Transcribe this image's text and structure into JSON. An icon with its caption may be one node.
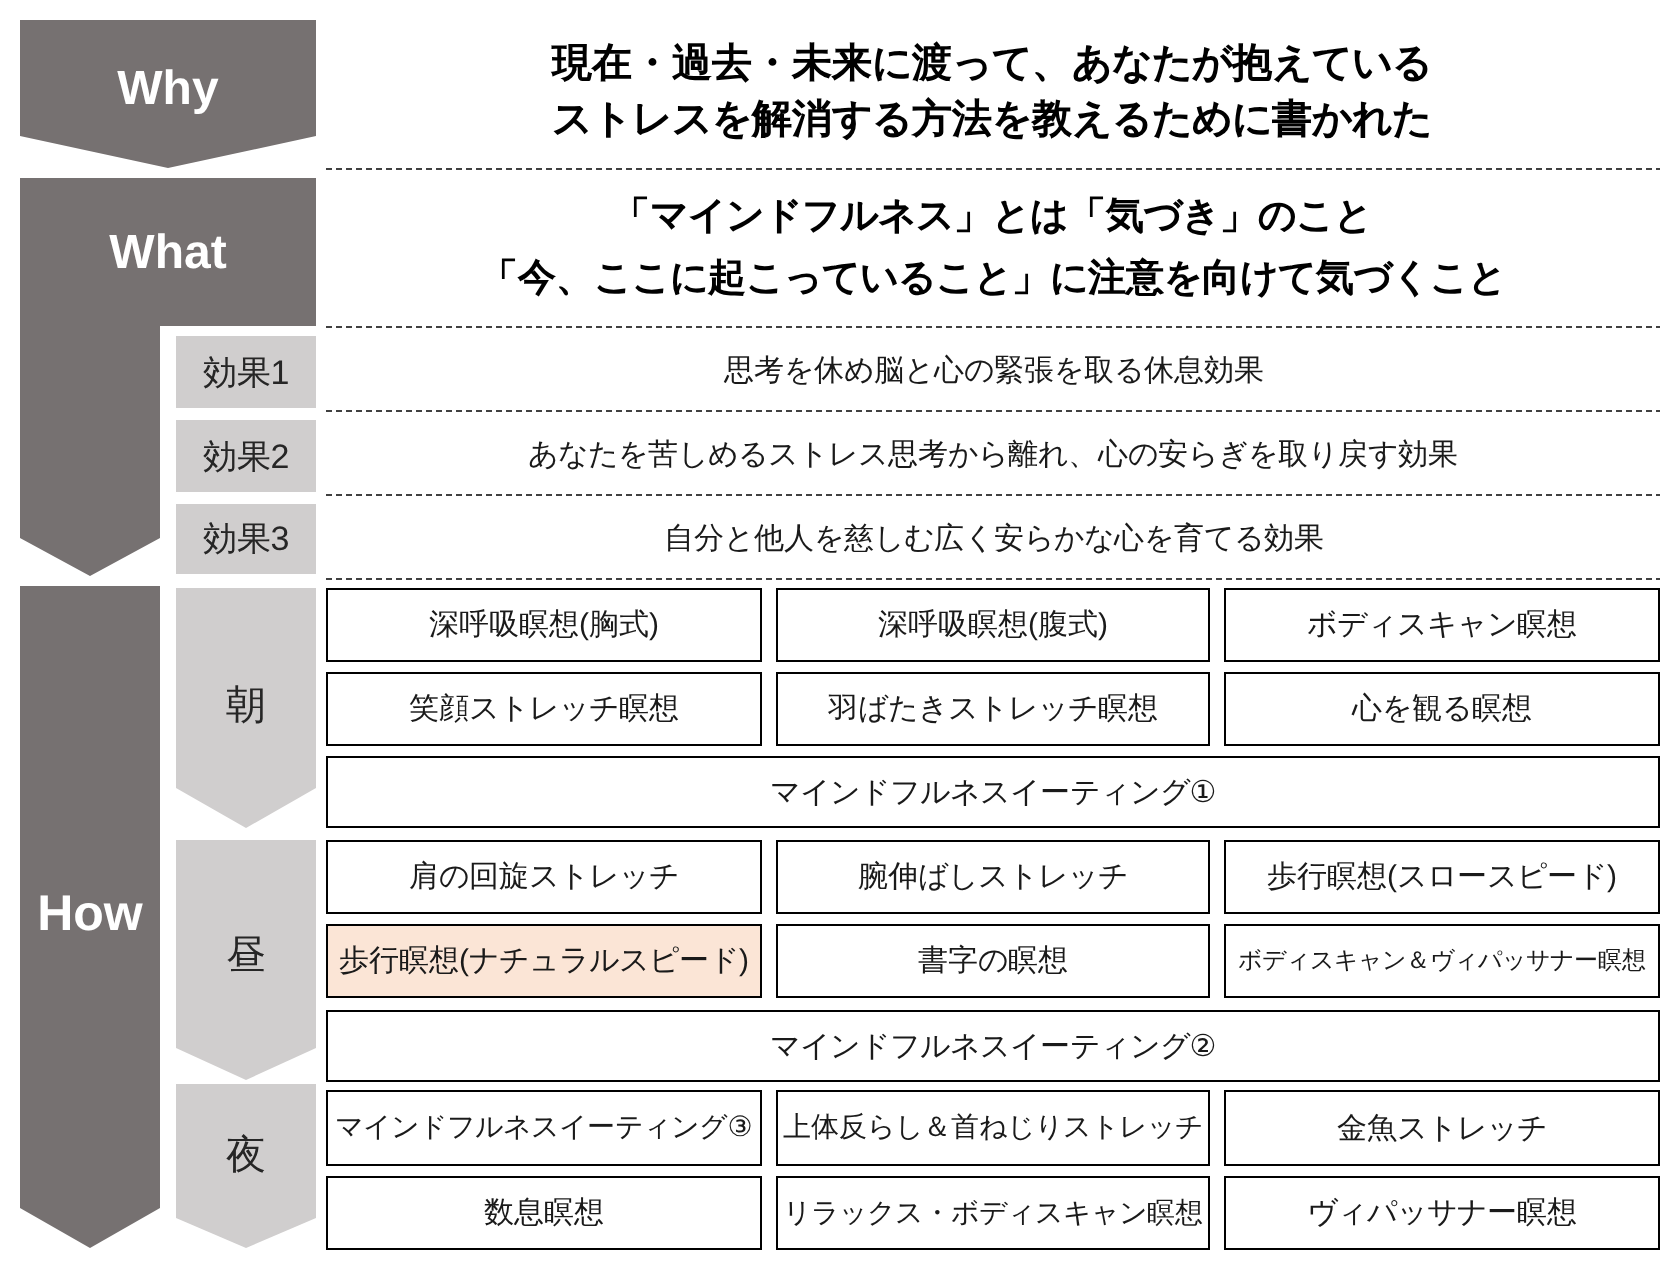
{
  "diagram": {
    "nodes": [
      {
        "text": [
          "Why"
        ]
      },
      {
        "text": [
          "What"
        ]
      },
      {
        "text": [
          "効果1"
        ]
      },
      {
        "text": [
          "効果2"
        ]
      },
      {
        "text": [
          "効果3"
        ]
      },
      {
        "text": [
          "How"
        ]
      },
      {
        "text": [
          "朝"
        ]
      },
      {
        "text": [
          "深呼吸瞑想(胸式)"
        ]
      },
      {
        "text": [
          "深呼吸瞑想(腹式)"
        ]
      },
      {
        "text": [
          "ボディスキャン瞑想"
        ]
      },
      {
        "text": [
          "笑顔ストレッチ瞑想"
        ]
      },
      {
        "text": [
          "羽ばたきストレッチ瞑想"
        ]
      },
      {
        "text": [
          "心を観る瞑想"
        ]
      },
      {
        "text": [
          "マインドフルネスイーティング①"
        ]
      },
      {
        "text": [
          "昼"
        ]
      },
      {
        "text": [
          "肩の回旋ストレッチ"
        ]
      },
      {
        "text": [
          "腕伸ばしストレッチ"
        ]
      },
      {
        "text": [
          "歩行瞑想(スロースピード)"
        ]
      },
      {
        "text": [
          "歩行瞑想(ナチュラルスピード)"
        ]
      },
      {
        "text": [
          "書字の瞑想"
        ]
      },
      {
        "text": [
          "ボディスキャン＆ヴィパッサナー瞑想"
        ]
      },
      {
        "text": [
          "マインドフルネスイーティング②"
        ]
      },
      {
        "text": [
          "夜"
        ]
      },
      {
        "text": [
          "マインドフルネスイーティング③"
        ]
      },
      {
        "text": [
          "上体反らし＆首ねじりストレッチ"
        ]
      },
      {
        "text": [
          "金魚ストレッチ"
        ]
      },
      {
        "text": [
          "数息瞑想"
        ]
      },
      {
        "text": [
          "リラックス・ボディスキャン瞑想"
        ]
      },
      {
        "text": [
          "ヴィパッサナー瞑想"
        ]
      }
    ],
    "labels": [
      "現在・過去・未来に渡って、あなたが抱えているストレスを解消する方法を教えるために書かれた",
      "「マインドフルネス」とは「気づき」のこと",
      "「今、ここに起こっていること」に注意を向けて気づくこと",
      "思考を休め脳と心の緊張を取る休息効果",
      "あなたを苦しめるストレス思考から離れ、心の安らぎを取り戻す効果",
      "自分と他人を慈しむ広く安らかな心を育てる効果"
    ]
  }
}
